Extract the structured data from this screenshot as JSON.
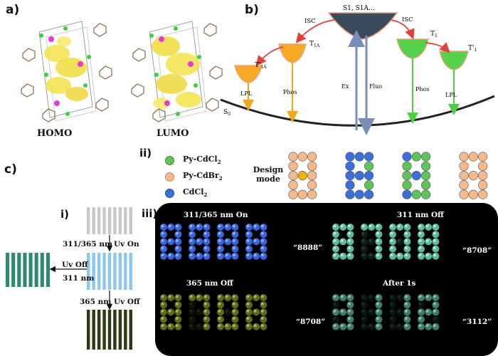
{
  "labels": {
    "a": "a)",
    "b": "b)",
    "c": "c)",
    "ii": "ii)",
    "i": "i)",
    "iii": "iii)"
  },
  "panel_a": {
    "homo": "HOMO",
    "lumo": "LUMO"
  },
  "panel_b": {
    "top_state": "S1, S1A…",
    "isc_left": "ISC",
    "isc_right": "ISC",
    "t1a": "T",
    "t1a_sub": "1A",
    "t1a_prime": "T'",
    "t1a_prime_sub": "1A",
    "t1": "T",
    "t1_sub": "1",
    "t1_prime": "T'",
    "t1_prime_sub": "1",
    "lpl_left": "LPL",
    "phos_left": "Phos",
    "ex": "Ex",
    "fluo": "Fluo",
    "phos_right": "Phos",
    "lpl_right": "LPL",
    "s0": "S",
    "s0_sub": "0",
    "colors": {
      "orange": "#f7a924",
      "green": "#55d24a",
      "dark": "#3a4a5c",
      "red": "#e0413a"
    }
  },
  "panel_c": {
    "legend": [
      {
        "name": "Py-CdCl",
        "sub": "2",
        "color": "#5fc25a"
      },
      {
        "name": "Py-CdBr",
        "sub": "2",
        "color": "#f7b98a"
      },
      {
        "name": "CdCl",
        "sub": "2",
        "color": "#3a6fd8"
      }
    ],
    "design_mode": "Design\nmode",
    "flow": {
      "uv_on_wave": "311/365 nm",
      "uv_on": "Uv On",
      "uv_off_left": "Uv Off",
      "nm311": "311 nm",
      "nm365": "365 nm",
      "uv_off_bottom": "Uv Off"
    },
    "quadrants": [
      {
        "title": "311/365 nm On",
        "result": "“8888”"
      },
      {
        "title": "311 nm Off",
        "result": "“8708”"
      },
      {
        "title": "365 nm Off",
        "result": "“8708”"
      },
      {
        "title": "After 1s",
        "result": "“3112”"
      }
    ]
  }
}
